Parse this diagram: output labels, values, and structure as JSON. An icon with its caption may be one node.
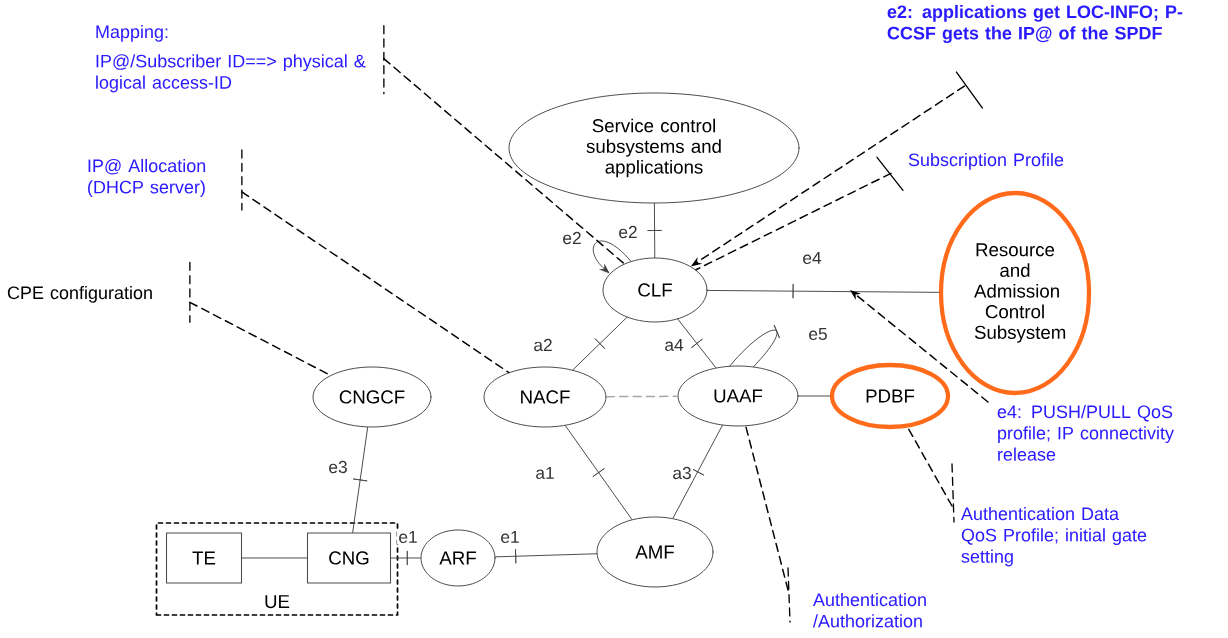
{
  "diagram": {
    "nodes": [
      {
        "text": [
          "Service control subsystems and applications"
        ]
      },
      {
        "text": [
          "CLF"
        ]
      },
      {
        "text": [
          "Resource and Admission Control Subsystem"
        ]
      },
      {
        "text": [
          "CNGCF"
        ]
      },
      {
        "text": [
          "NACF"
        ]
      },
      {
        "text": [
          "UAAF"
        ]
      },
      {
        "text": [
          "PDBF"
        ]
      },
      {
        "text": [
          "UE"
        ]
      },
      {
        "text": [
          "TE"
        ],
        "in": 7
      },
      {
        "text": [
          "CNG"
        ],
        "in": 7
      },
      {
        "text": [
          "ARF"
        ]
      },
      {
        "text": [
          "AMF"
        ]
      },
      {
        "text": [
          "Mapping:",
          "IP@/Subscriber ID==> physical & logical access-ID"
        ]
      },
      {
        "text": [
          "IP@ Allocation (DHCP server)"
        ]
      },
      {
        "text": [
          "CPE configuration"
        ]
      },
      {
        "text": [
          "e2: applications get LOC-INFO; P-CCSF gets the IP@ of the SPDF"
        ]
      },
      {
        "text": [
          "Subscription Profile"
        ]
      },
      {
        "text": [
          "e4: PUSH/PULL QoS profile; IP connectivity release"
        ]
      },
      {
        "text": [
          "Authentication Data QoS Profile; initial gate setting"
        ]
      },
      {
        "text": [
          "Authentication /Authorization"
        ]
      }
    ],
    "edges": [
      {
        "from": 0,
        "to": 1,
        "arrow": "none",
        "label": "e2"
      },
      {
        "from": 1,
        "to": 1,
        "arrow": "to",
        "label": "e2"
      },
      {
        "from": 1,
        "to": 2,
        "arrow": "none",
        "label": "e4"
      },
      {
        "from": 1,
        "to": 4,
        "arrow": "none",
        "label": "a2"
      },
      {
        "from": 1,
        "to": 5,
        "arrow": "none",
        "label": "a4"
      },
      {
        "from": 4,
        "to": 5,
        "arrow": "none",
        "style": "dashed",
        "color": "#a6a6a6"
      },
      {
        "from": 5,
        "to": 5,
        "arrow": "none",
        "label": "e5"
      },
      {
        "from": 5,
        "to": 6,
        "arrow": "none"
      },
      {
        "from": 4,
        "to": 11,
        "arrow": "none",
        "label": "a1"
      },
      {
        "from": 5,
        "to": 11,
        "arrow": "none",
        "label": "a3"
      },
      {
        "from": 3,
        "to": 9,
        "arrow": "none",
        "label": "e3"
      },
      {
        "from": 8,
        "to": 9,
        "arrow": "none"
      },
      {
        "from": 9,
        "to": 10,
        "arrow": "none",
        "label": "e1"
      },
      {
        "from": 10,
        "to": 11,
        "arrow": "none",
        "label": "e1"
      },
      {
        "from": 12,
        "to": 1,
        "arrow": "none",
        "style": "dashed"
      },
      {
        "from": 13,
        "to": 4,
        "arrow": "none",
        "style": "dashed"
      },
      {
        "from": 14,
        "to": 3,
        "arrow": "none",
        "style": "dashed"
      },
      {
        "from": 15,
        "to": 1,
        "arrow": "to",
        "style": "dashed"
      },
      {
        "from": 16,
        "to": 1,
        "arrow": "none",
        "style": "dashed"
      },
      {
        "from": 17,
        "to": null,
        "arrow": "to",
        "style": "dashed"
      },
      {
        "from": 18,
        "to": 6,
        "arrow": "none",
        "style": "dashed"
      },
      {
        "from": 19,
        "to": 5,
        "arrow": "none",
        "style": "dashed"
      }
    ]
  }
}
